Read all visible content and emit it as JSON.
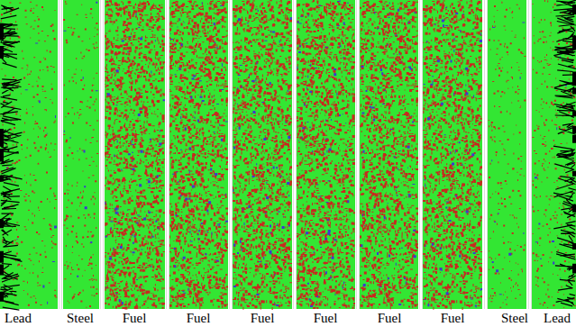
{
  "diagram": {
    "labels": [
      "Lead",
      "Steel",
      "Fuel",
      "Fuel",
      "Fuel",
      "Fuel",
      "Fuel",
      "Fuel",
      "Steel",
      "Lead"
    ]
  }
}
